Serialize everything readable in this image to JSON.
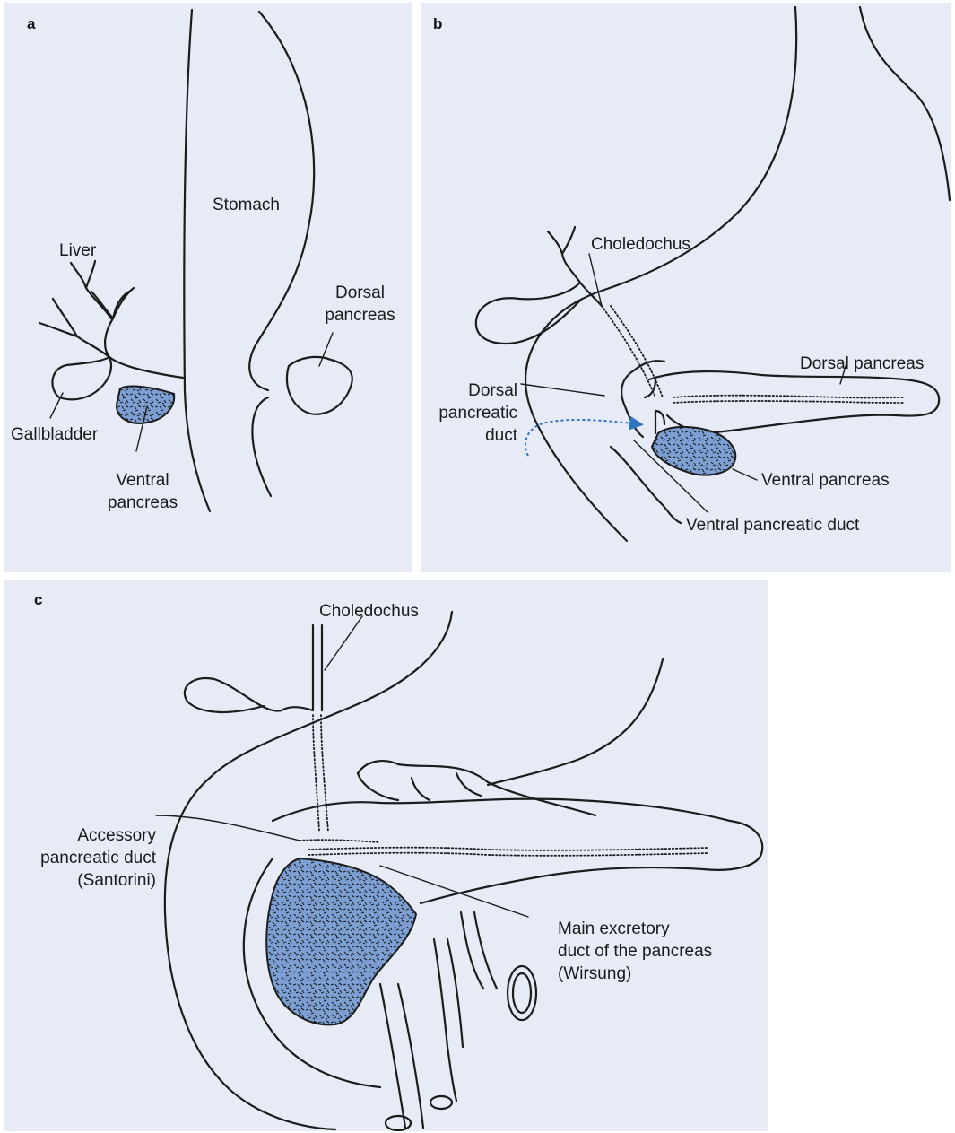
{
  "colors": {
    "panel_background": "#e6ebf5",
    "pancreas_fill": "#7d9fd4",
    "arrow": "#2f74c0",
    "outline": "#1c1c1c"
  },
  "panels": {
    "a": {
      "letter": "a",
      "labels": {
        "stomach": "Stomach",
        "liver": "Liver",
        "dorsal_pancreas": "Dorsal\npancreas",
        "gallbladder": "Gallbladder",
        "ventral_pancreas": "Ventral\npancreas"
      }
    },
    "b": {
      "letter": "b",
      "labels": {
        "choledochus": "Choledochus",
        "dorsal_pancreas": "Dorsal pancreas",
        "dorsal_pancreatic_duct": "Dorsal\npancreatic\nduct",
        "ventral_pancreas": "Ventral pancreas",
        "ventral_pancreatic_duct": "Ventral pancreatic duct"
      }
    },
    "c": {
      "letter": "c",
      "labels": {
        "choledochus": "Choledochus",
        "accessory_duct": "Accessory\npancreatic duct\n(Santorini)",
        "main_duct": "Main excretory\nduct of the pancreas\n(Wirsung)"
      }
    }
  }
}
